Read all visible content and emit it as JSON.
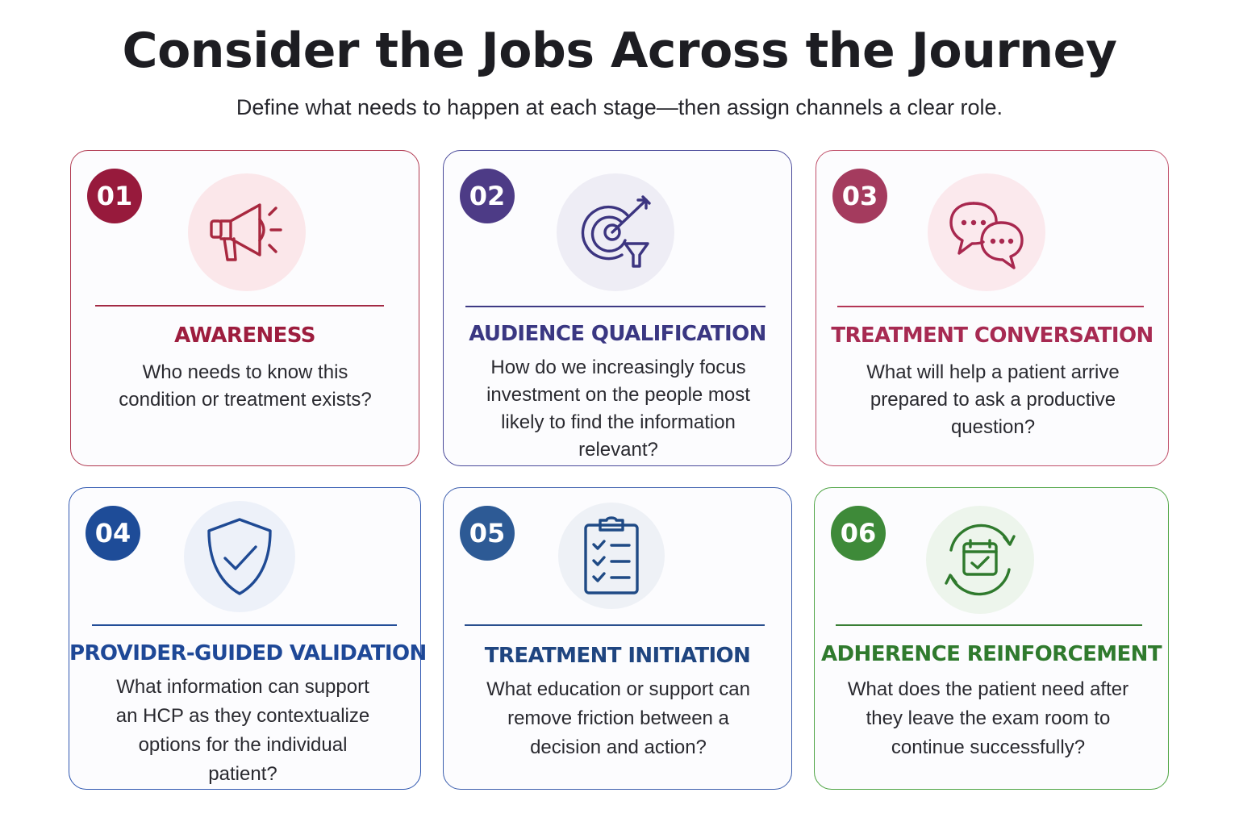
{
  "header": {
    "title": "Consider the Jobs Across the Journey",
    "subtitle": "Define what needs to happen at each stage—then assign channels a clear role."
  },
  "cards": [
    {
      "number": "01",
      "title": "AWARENESS",
      "text": "Who needs to know this condition or treatment exists?",
      "icon": "megaphone-icon",
      "color": "#971a3c"
    },
    {
      "number": "02",
      "title": "AUDIENCE QUALIFICATION",
      "text": "How do we increasingly focus investment on the people most likely to find the information relevant?",
      "icon": "target-funnel-icon",
      "color": "#4d3b86"
    },
    {
      "number": "03",
      "title": "TREATMENT CONVERSATION",
      "text": "What will help a patient arrive prepared to ask a productive question?",
      "icon": "chat-bubbles-icon",
      "color": "#a43b5e"
    },
    {
      "number": "04",
      "title": "PROVIDER-GUIDED VALIDATION",
      "text": "What information can support an HCP as they contextualize options for the individual patient?",
      "icon": "shield-check-icon",
      "color": "#1e4c98"
    },
    {
      "number": "05",
      "title": "TREATMENT INITIATION",
      "text": "What education or support can remove friction between a decision and action?",
      "icon": "clipboard-checklist-icon",
      "color": "#2d5a95"
    },
    {
      "number": "06",
      "title": "ADHERENCE REINFORCEMENT",
      "text": "What does the patient need after they leave the exam room to continue successfully?",
      "icon": "calendar-refresh-icon",
      "color": "#3e8a39"
    }
  ]
}
